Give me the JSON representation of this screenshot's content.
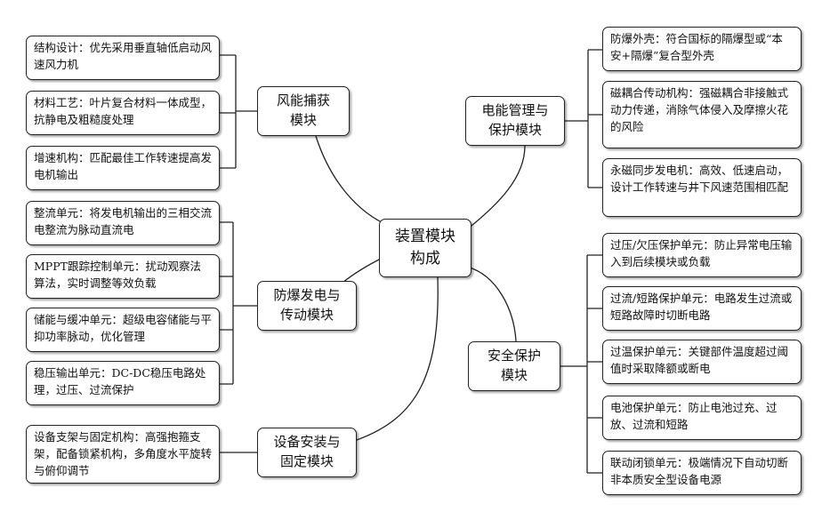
{
  "center": "装置模块\n构成",
  "branches": [
    {
      "label": "风能捕获\n模块",
      "items": [
        "结构设计：优先采用垂直轴低启动风速风力机",
        "材料工艺：叶片复合材料一体成型，抗静电及粗糙度处理",
        "增速机构：匹配最佳工作转速提高发电机输出"
      ]
    },
    {
      "label": "防爆发电与\n传动模块",
      "items": [
        "整流单元：将发电机输出的三相交流电整流为脉动直流电",
        "MPPT跟踪控制单元：扰动观察法算法，实时调整等效负载",
        "储能与缓冲单元：超级电容储能与平抑功率脉动，优化管理",
        "稳压输出单元：DC-DC稳压电路处理，过压、过流保护"
      ]
    },
    {
      "label": "设备安装与\n固定模块",
      "items": [
        "设备支架与固定机构：高强抱箍支架，配备锁紧机构，多角度水平旋转与俯仰调节"
      ]
    },
    {
      "label": "电能管理与\n保护模块",
      "items": [
        "防爆外壳：符合国标的隔爆型或“本安+隔爆”复合型外壳",
        "磁耦合传动机构：强磁耦合非接触式动力传递，消除气体侵入及摩擦火花的风险",
        "永磁同步发电机：高效、低速启动，设计工作转速与井下风速范围相匹配"
      ]
    },
    {
      "label": "安全保护\n模块",
      "items": [
        "过压/欠压保护单元：防止异常电压输入到后续模块或负载",
        "过流/短路保护单元：电路发生过流或短路故障时切断电路",
        "过温保护单元：关键部件温度超过阈值时采取降额或断电",
        "电池保护单元：防止电池过充、过放、过流和短路",
        "联动闭锁单元：极端情况下自动切断非本质安全型设备电源"
      ]
    }
  ]
}
